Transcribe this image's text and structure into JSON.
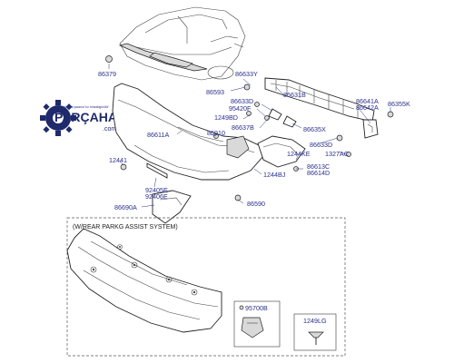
{
  "logo": {
    "tagline": "Ürün Ara yazarsa 'ko: bmsaktgürülür'",
    "brand": "PARÇAHANI",
    "domain": ".com"
  },
  "labels": {
    "p86379": "86379",
    "p86593": "86593",
    "p86633Y": "86633Y",
    "p86631B": "86631B",
    "p86633D_a": "86633D",
    "p95420F": "95420F",
    "p1249BD": "1249BD",
    "p86637B": "86637B",
    "p86611A": "86611A",
    "p86910": "86910",
    "p86635X": "86635X",
    "p86641A": "86641A",
    "p86642A": "86642A",
    "p86355K": "86355K",
    "p86633D_b": "86633D",
    "p1327AC": "1327AC",
    "p1244KE": "1244KE",
    "p86613C": "86613C",
    "p86614D": "86614D",
    "p12441": "12441",
    "p1244BJ": "1244BJ",
    "p92405E": "92405E",
    "p92406E": "92406E",
    "p86590": "86590",
    "p86690A": "86690A",
    "p95700B": "95700B",
    "p1249LG": "1249LG"
  },
  "assist_box": {
    "title": "(W/REAR PARKG ASSIST SYSTEM)"
  }
}
